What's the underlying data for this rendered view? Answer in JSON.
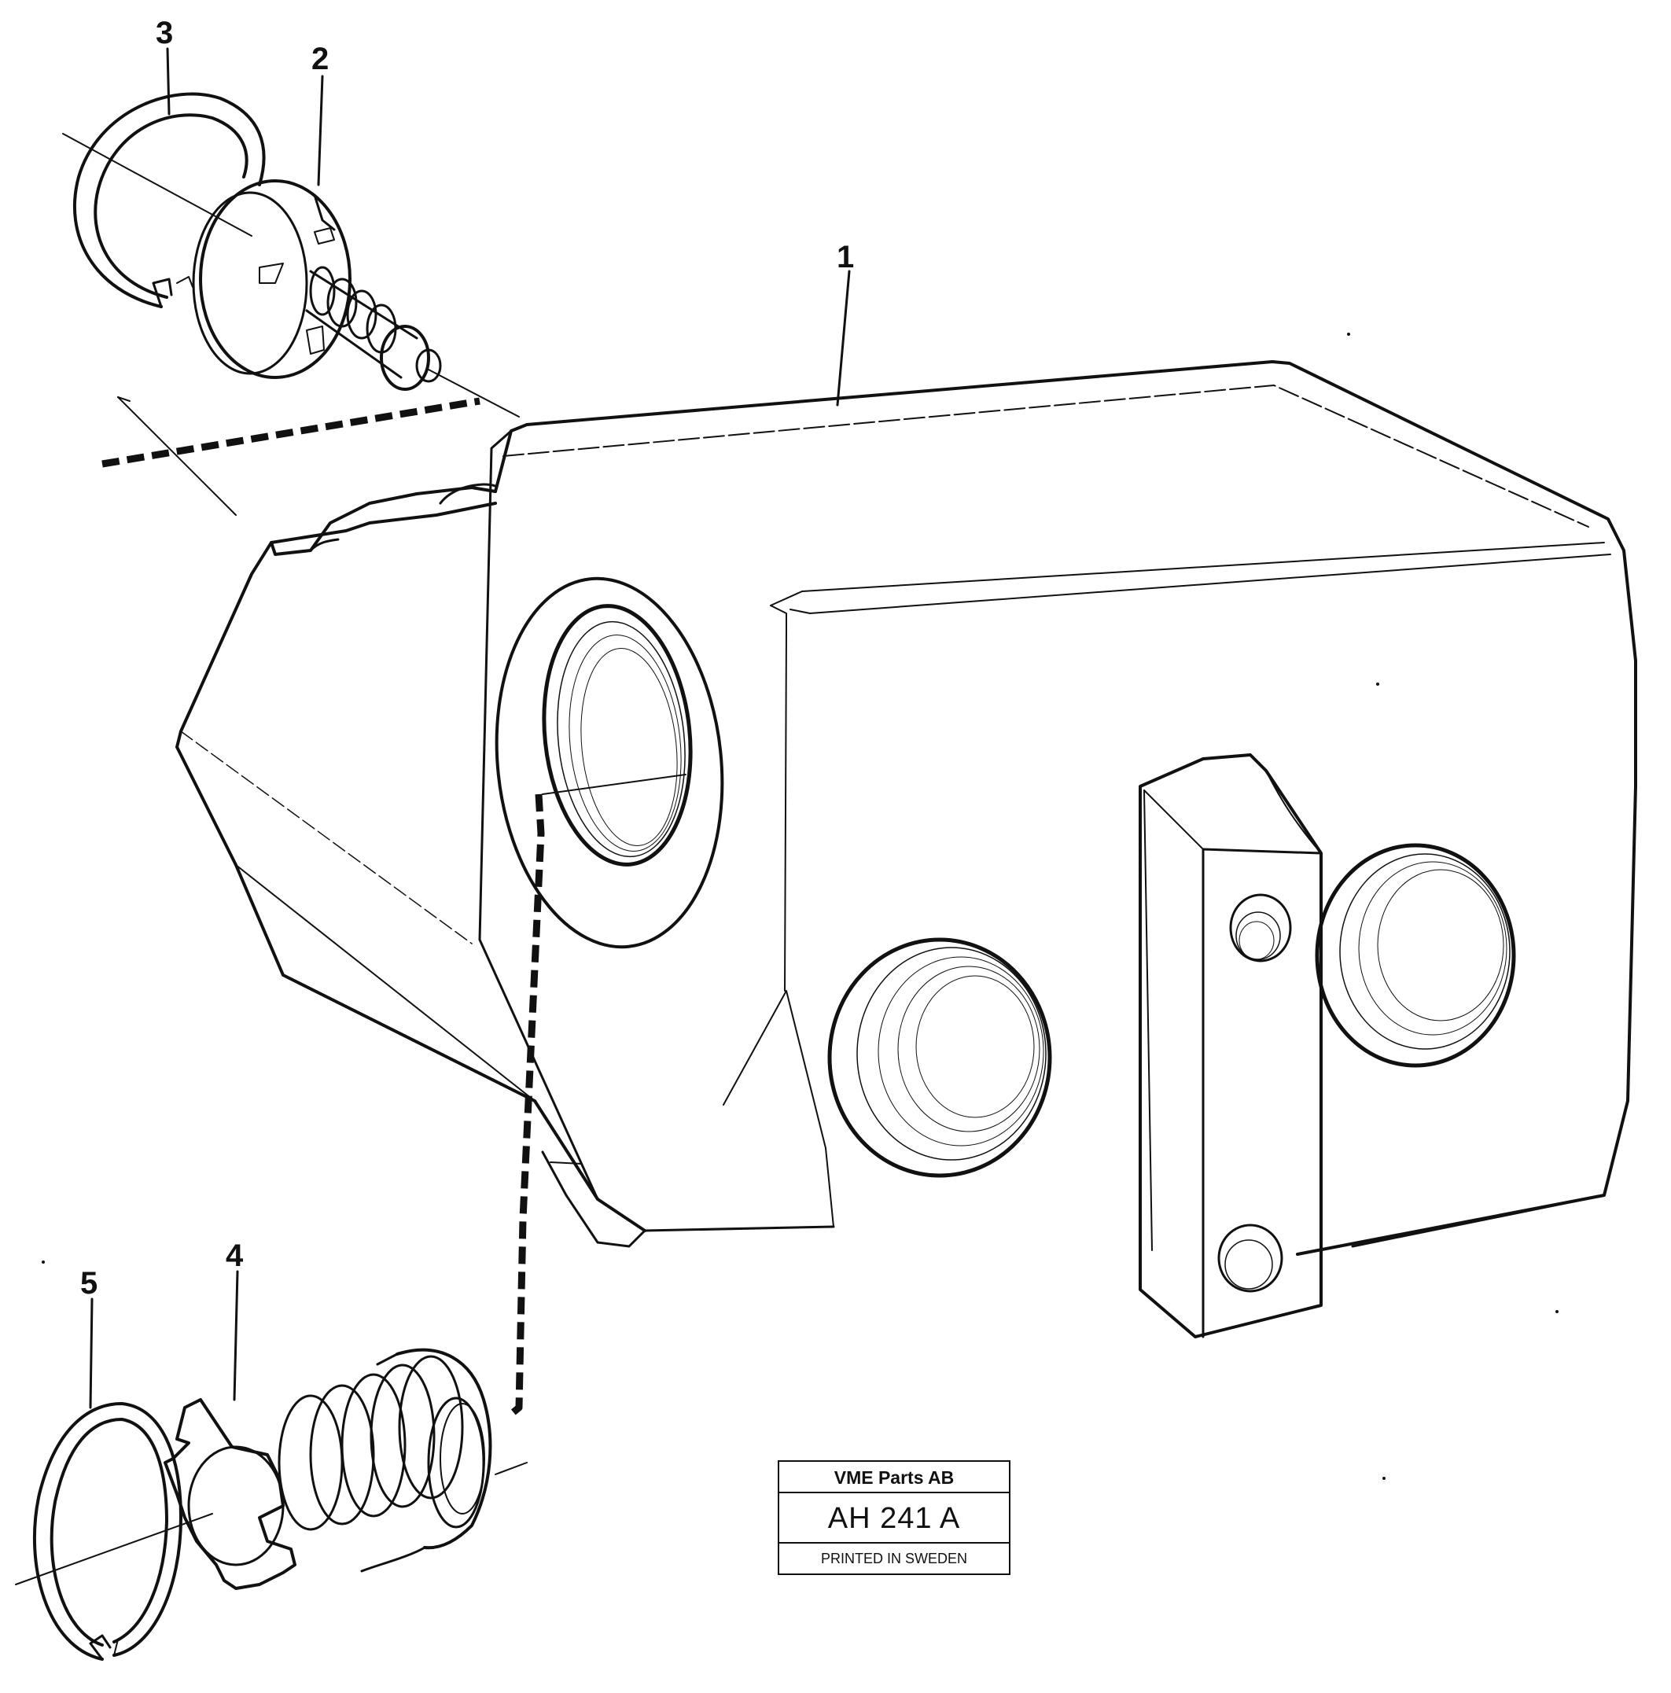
{
  "callouts": [
    {
      "id": "1",
      "label": "1"
    },
    {
      "id": "2",
      "label": "2"
    },
    {
      "id": "3",
      "label": "3"
    },
    {
      "id": "4",
      "label": "4"
    },
    {
      "id": "5",
      "label": "5"
    }
  ],
  "stamp": {
    "company": "VME Parts AB",
    "drawing_number": "AH 241  A",
    "printed": "PRINTED IN SWEDEN"
  }
}
